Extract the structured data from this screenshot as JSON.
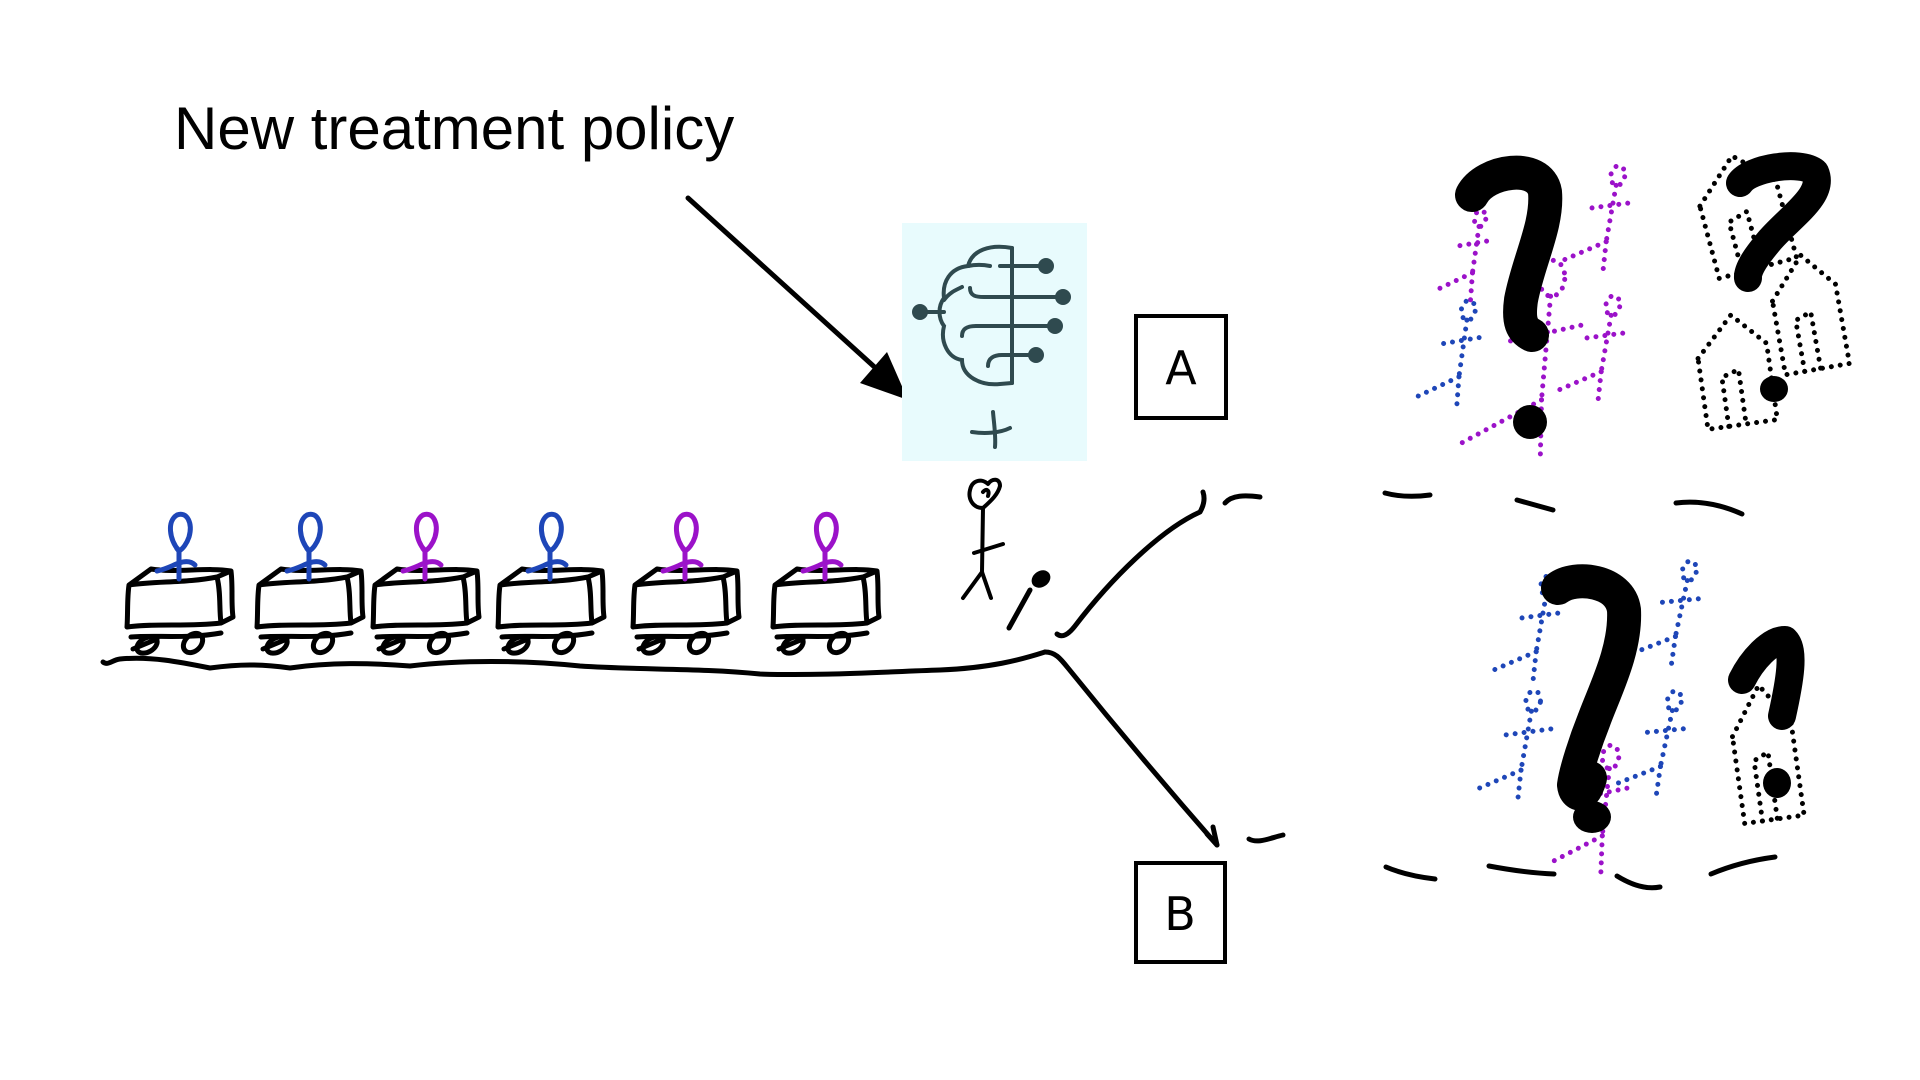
{
  "diagram": {
    "title": "New treatment policy",
    "panel_color": "#e8fbfd",
    "brain_color": "#2f4a4f",
    "plus_symbol": "+",
    "option_a_label": "A",
    "option_b_label": "B",
    "colors": {
      "blue": "#1e46b8",
      "purple": "#9b12c9",
      "ink": "#000000"
    },
    "patients": [
      {
        "group": "blue"
      },
      {
        "group": "blue"
      },
      {
        "group": "purple"
      },
      {
        "group": "blue"
      },
      {
        "group": "purple"
      },
      {
        "group": "purple"
      }
    ],
    "outcomes": {
      "a": {
        "unknown_symbol": "?",
        "figures": [
          "purple",
          "purple",
          "blue",
          "purple",
          "purple"
        ],
        "houses": 3
      },
      "b": {
        "unknown_symbol": "?",
        "figures": [
          "blue",
          "blue",
          "blue",
          "blue",
          "purple"
        ],
        "houses": 1
      }
    }
  }
}
